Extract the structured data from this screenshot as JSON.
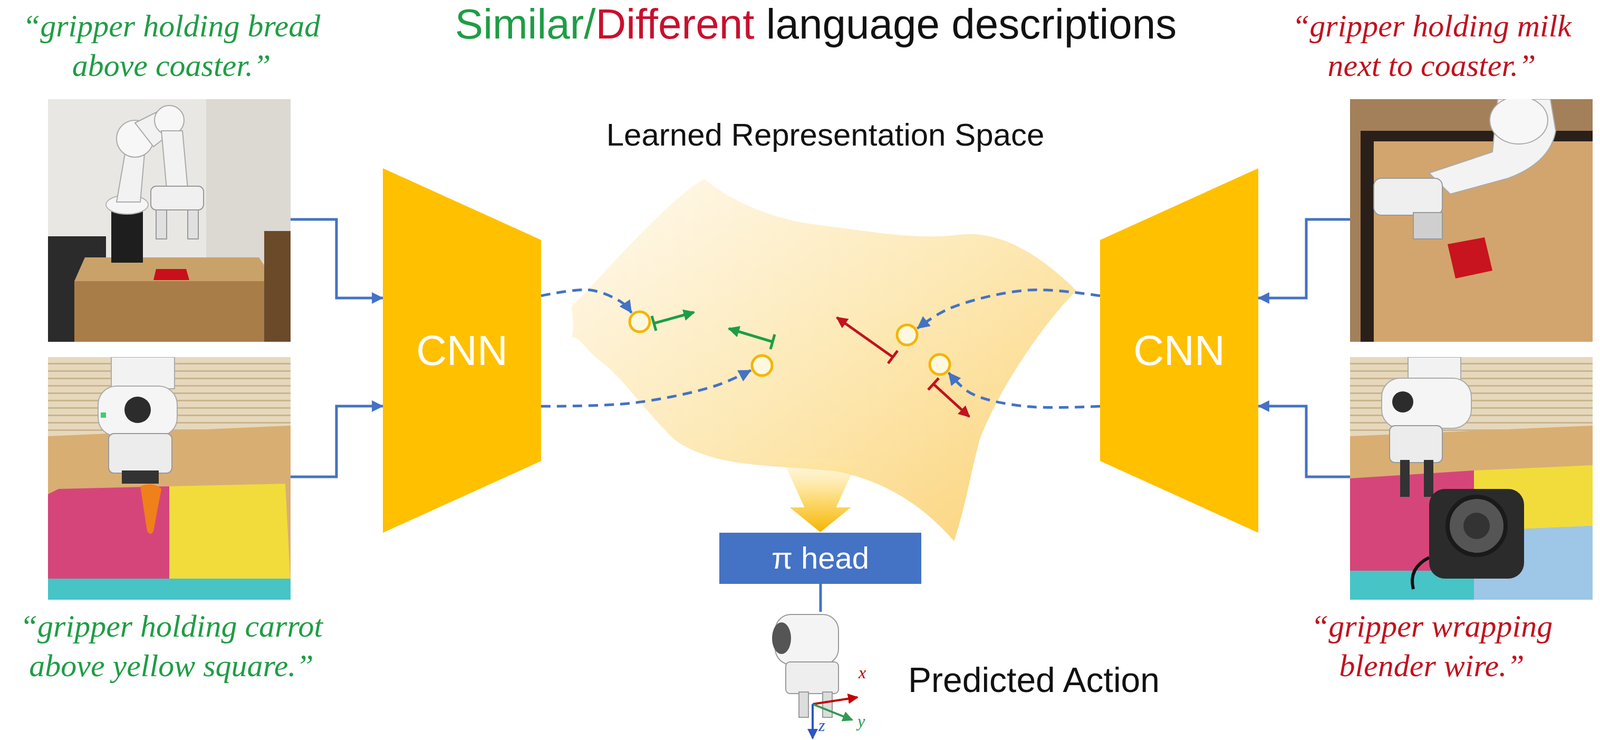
{
  "diagram": {
    "nodes": [
      {
        "text": [
          "Learned Representation Space"
        ]
      },
      {
        "text": [
          "CNN"
        ]
      },
      {
        "text": [
          "CNN"
        ]
      },
      {
        "text": [
          "π head"
        ]
      }
    ],
    "edges": [
      {
        "from": 1,
        "to": 0,
        "arrow": "to"
      },
      {
        "from": 1,
        "to": 0,
        "arrow": "to"
      },
      {
        "from": 2,
        "to": 0,
        "arrow": "to"
      },
      {
        "from": 2,
        "to": 0,
        "arrow": "to"
      },
      {
        "from": 0,
        "to": 3,
        "arrow": "to"
      }
    ],
    "labels": [
      "Similar/",
      "Different",
      "language descriptions",
      "“gripper holding bread above coaster.”",
      "“gripper holding carrot above yellow square.”",
      "“gripper holding milk next to coaster.”",
      "“gripper wrapping blender wire.”",
      "Predicted Action",
      "x",
      "y",
      "z"
    ]
  }
}
